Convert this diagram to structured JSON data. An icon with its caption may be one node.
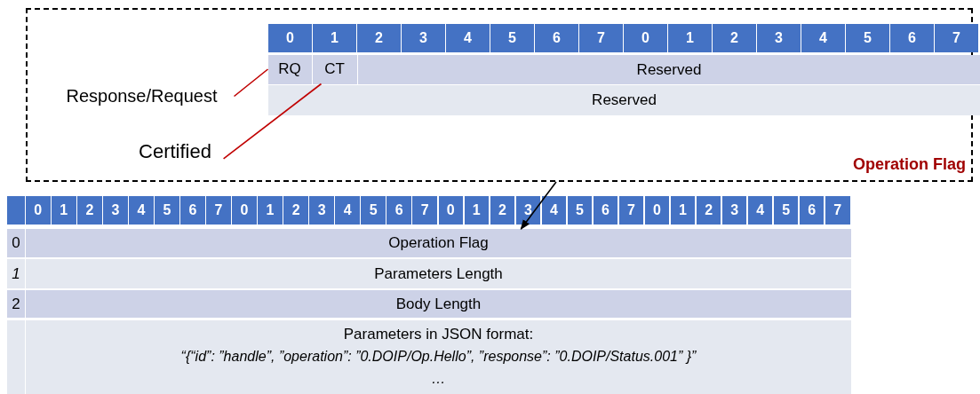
{
  "diagram": {
    "nodes": [
      {
        "text": [
          "Operation Flag"
        ]
      },
      {
        "text": [
          "Response/Request"
        ],
        "in": 0
      },
      {
        "text": [
          "Certified"
        ],
        "in": 0
      },
      {
        "text": [
          "RQ"
        ],
        "in": 0
      },
      {
        "text": [
          "CT"
        ],
        "in": 0
      },
      {
        "text": [
          "Operation Flag"
        ]
      },
      {
        "text": [
          "Parameters Length"
        ]
      },
      {
        "text": [
          "Body Length"
        ]
      },
      {
        "text": [
          "Parameters in JSON format:",
          "“{“id”: ”handle”, ”operation”: ”0.DOIP/Op.Hello”, ”response”: ”0.DOIP/Status.001” }”",
          "…"
        ]
      }
    ],
    "edges": [
      {
        "from": 1,
        "to": 3,
        "arrow": "none",
        "color": "#c00000"
      },
      {
        "from": 2,
        "to": 4,
        "arrow": "none",
        "color": "#c00000"
      },
      {
        "from": 0,
        "to": 5,
        "arrow": "to",
        "color": "#000000"
      }
    ],
    "labels": [
      "0",
      "1",
      "2",
      "3",
      "4",
      "5",
      "6",
      "7",
      "0",
      "1",
      "2",
      "3",
      "4",
      "5",
      "6",
      "7",
      "Reserved",
      "Reserved",
      "0",
      "1",
      "2",
      "3",
      "4",
      "5",
      "6",
      "7",
      "0",
      "1",
      "2",
      "3",
      "4",
      "5",
      "6",
      "7",
      "0",
      "1",
      "2",
      "3",
      "4",
      "5",
      "6",
      "7",
      "0",
      "1",
      "2",
      "3",
      "4",
      "5",
      "6",
      "7",
      "0",
      "1",
      "2"
    ]
  }
}
